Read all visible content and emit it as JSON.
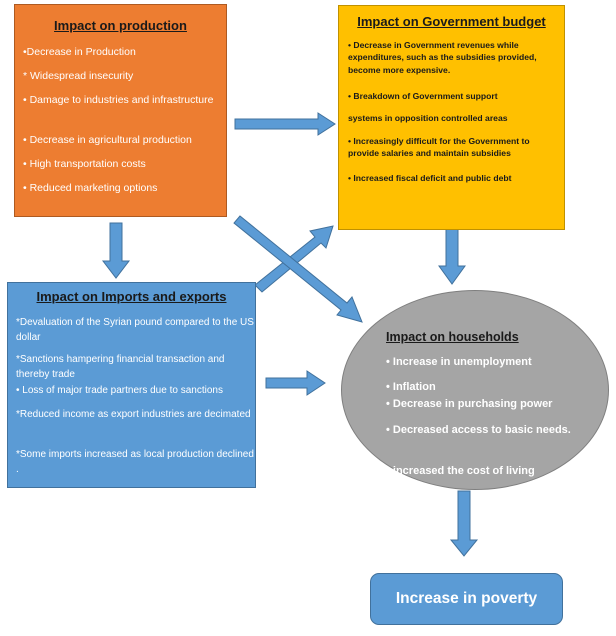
{
  "production": {
    "title": "Impact on production",
    "items": [
      "•Decrease in Production",
      "* Widespread insecurity",
      "• Damage to industries and infrastructure",
      "• Decrease in agricultural production",
      "• High transportation costs",
      "• Reduced marketing options"
    ]
  },
  "government": {
    "title": "Impact on Government budget",
    "items": [
      "• Decrease in Government revenues while expenditures, such as the subsidies provided, become more expensive.",
      "• Breakdown of Government support",
      "systems in opposition controlled areas",
      "• Increasingly difficult for the Government to provide salaries and maintain subsidies",
      "• Increased fiscal deficit and public debt"
    ]
  },
  "trade": {
    "title": "Impact on Imports and exports",
    "items": [
      "*Devaluation of the Syrian pound compared to the US dollar",
      "*Sanctions hampering financial transaction and thereby trade",
      "• Loss of major trade partners due to sanctions",
      "*Reduced income as export industries are decimated",
      "*Some imports increased as local production declined ."
    ]
  },
  "households": {
    "title": "Impact on households",
    "items": [
      "• Increase in unemployment",
      "• Inflation",
      "• Decrease in purchasing power",
      "• Decreased access to basic needs.",
      "• increased the cost of living"
    ]
  },
  "poverty": {
    "title": "Increase in poverty"
  },
  "colors": {
    "production": "#ed7d31",
    "government": "#ffc000",
    "trade": "#5b9bd5",
    "households": "#a5a5a5",
    "poverty": "#5b9bd5",
    "arrow": "#5b9bd5"
  }
}
